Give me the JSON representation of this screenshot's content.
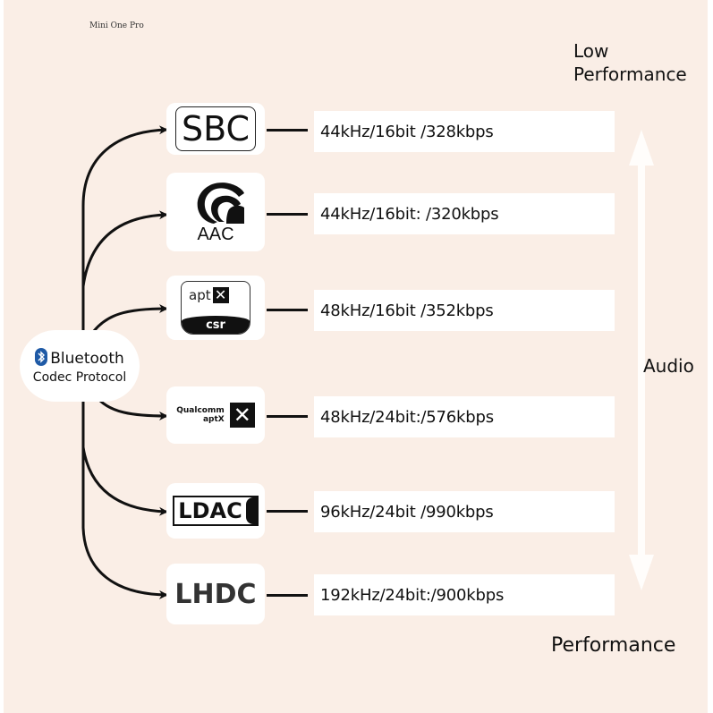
{
  "watermark": "Mini One Pro",
  "source": {
    "line1": "Bluetooth",
    "line2": "Codec Protocol",
    "icon": "bluetooth-icon",
    "brand_color": "#1f5aa6"
  },
  "axis": {
    "top_label_line1": "Low",
    "top_label_line2": "Performance",
    "middle_label": "Audio",
    "bottom_label": "Performance",
    "direction": "bidirectional"
  },
  "codecs": [
    {
      "name": "SBC",
      "logo_text": "SBC",
      "spec": "44kHz/16bit /328kbps"
    },
    {
      "name": "AAC",
      "logo_text": "AAC",
      "spec": "44kHz/16bit: /320kbps"
    },
    {
      "name": "aptX CSR",
      "logo_text": "apt",
      "logo_sub": "csr",
      "spec": "48kHz/16bit /352kbps"
    },
    {
      "name": "Qualcomm aptX",
      "logo_text": "Qualcomm",
      "logo_sub": "aptX",
      "spec": "48kHz/24bit:/576kbps"
    },
    {
      "name": "LDAC",
      "logo_text": "LDAC",
      "spec": "96kHz/24bit /990kbps"
    },
    {
      "name": "LHDC",
      "logo_text": "LHDC",
      "spec": "192kHz/24bit:/900kbps"
    }
  ]
}
